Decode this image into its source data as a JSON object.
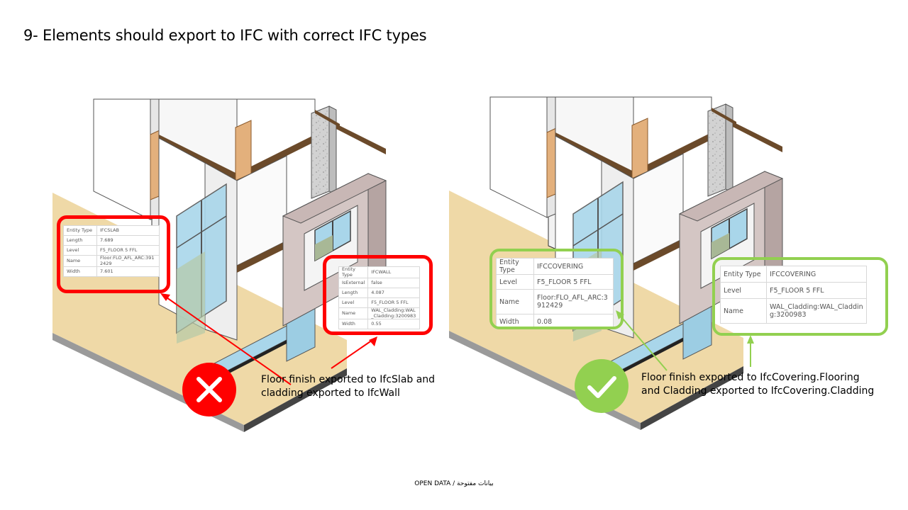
{
  "title": "9- Elements should export to IFC with correct IFC types",
  "colors": {
    "wrong": "#ff0000",
    "correct": "#92d050"
  },
  "icons": {
    "wrong": "cross-icon",
    "correct": "check-icon"
  },
  "wrong": {
    "floor_props": [
      {
        "key": "Entity Type",
        "value": "IFCSLAB"
      },
      {
        "key": "Length",
        "value": "7.689"
      },
      {
        "key": "Level",
        "value": "F5_FLOOR 5 FFL"
      },
      {
        "key": "Name",
        "value": "Floor:FLO_AFL_ARC:3912429"
      },
      {
        "key": "Width",
        "value": "7.601"
      }
    ],
    "cladding_props": [
      {
        "key": "Entity Type",
        "value": "IFCWALL"
      },
      {
        "key": "IsExternal",
        "value": "false"
      },
      {
        "key": "Length",
        "value": "4.087"
      },
      {
        "key": "Level",
        "value": "F5_FLOOR 5 FFL"
      },
      {
        "key": "Name",
        "value": "WAL_Cladding:WAL_Cladding:3200983"
      },
      {
        "key": "Width",
        "value": "0.55"
      }
    ],
    "caption_line1": "Floor finish exported to IfcSlab and",
    "caption_line2": "cladding exported to IfcWall"
  },
  "correct": {
    "floor_props": [
      {
        "key": "Entity Type",
        "value": "IFCCOVERING"
      },
      {
        "key": "Level",
        "value": "F5_FLOOR 5 FFL"
      },
      {
        "key": "Name",
        "value": "Floor:FLO_AFL_ARC:3912429"
      },
      {
        "key": "Width",
        "value": "0.08"
      }
    ],
    "cladding_props": [
      {
        "key": "Entity Type",
        "value": "IFCCOVERING"
      },
      {
        "key": "Level",
        "value": "F5_FLOOR 5 FFL"
      },
      {
        "key": "Name",
        "value": "WAL_Cladding:WAL_Cladding:3200983"
      }
    ],
    "caption_line1": "Floor finish exported to IfcCovering.Flooring",
    "caption_line2": "and Cladding exported to IfcCovering.Cladding"
  },
  "footer": "OPEN DATA / بيانات مفتوحة"
}
